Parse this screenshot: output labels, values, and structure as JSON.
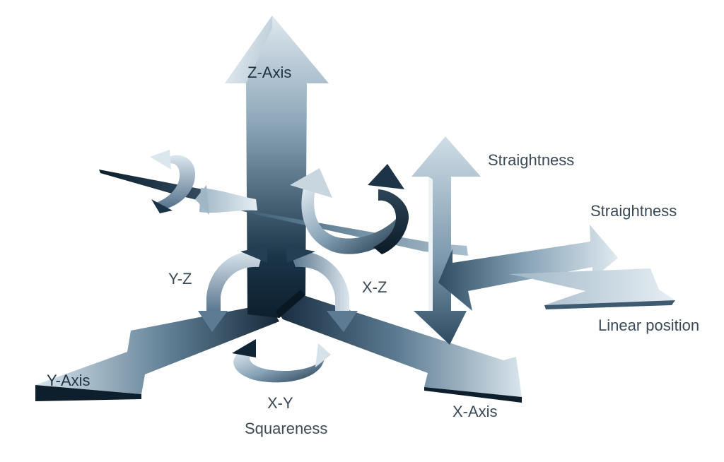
{
  "labels": {
    "z_axis": "Z-Axis",
    "y_axis": "Y-Axis",
    "x_axis": "X-Axis",
    "yz": "Y-Z",
    "xz": "X-Z",
    "xy": "X-Y",
    "squareness": "Squareness",
    "straightness_vertical": "Straightness",
    "straightness_horizontal": "Straightness",
    "linear_position": "Linear position"
  },
  "colors": {
    "arrow_light": "#d6e2ea",
    "arrow_mid": "#6f8ea4",
    "arrow_dark": "#0f2536",
    "label_text": "#3b4a56",
    "label_on_arrow": "#1f3344"
  }
}
